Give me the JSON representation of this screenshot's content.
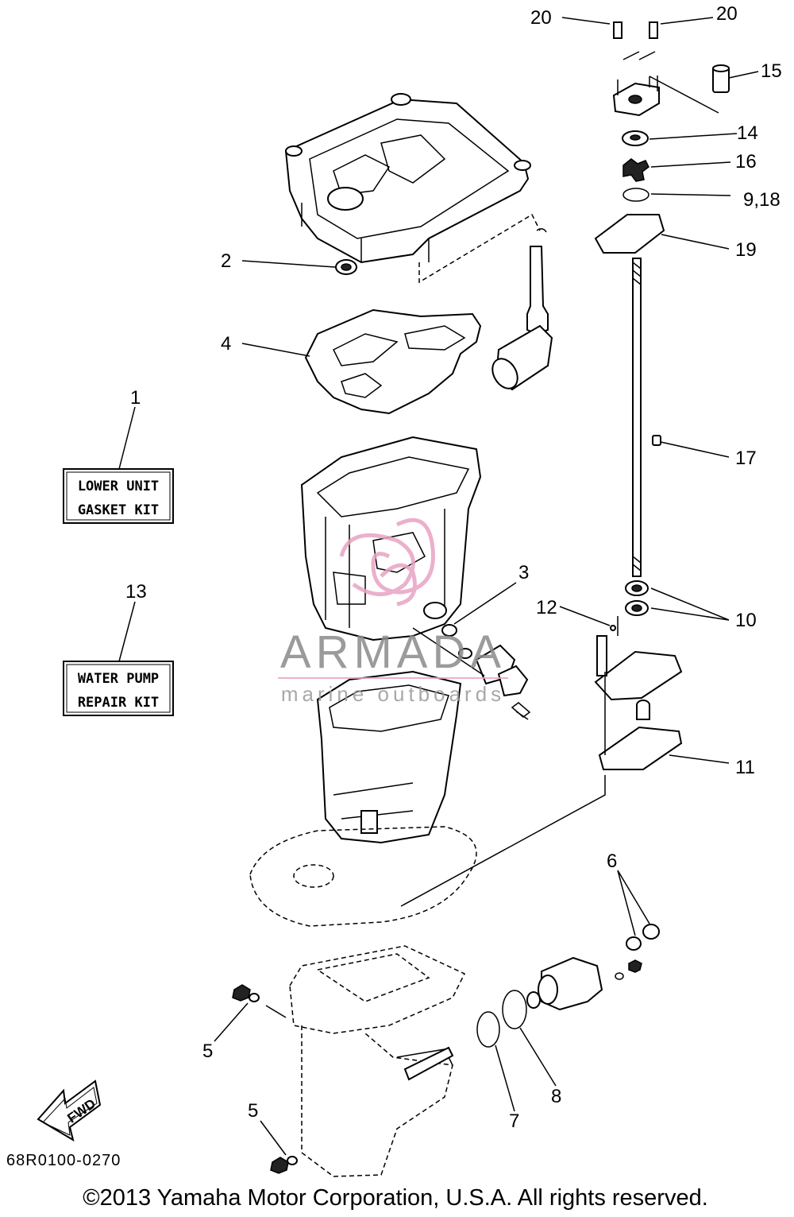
{
  "callouts": {
    "c1": "1",
    "c2": "2",
    "c3": "3",
    "c4": "4",
    "c5a": "5",
    "c5b": "5",
    "c6": "6",
    "c7": "7",
    "c8": "8",
    "c9_18": "9,18",
    "c10": "10",
    "c11": "11",
    "c12": "12",
    "c13": "13",
    "c14": "14",
    "c15": "15",
    "c16": "16",
    "c17": "17",
    "c19": "19",
    "c20a": "20",
    "c20b": "20"
  },
  "kits": {
    "lower_unit": {
      "line1": "LOWER UNIT",
      "line2": "GASKET KIT"
    },
    "water_pump": {
      "line1": "WATER PUMP",
      "line2": "REPAIR KIT"
    }
  },
  "fwd_label": "FWD",
  "diagram_code": "68R0100-0270",
  "copyright": "©2013 Yamaha Motor Corporation, U.S.A. All rights reserved.",
  "watermark": {
    "brand": "ARMADA",
    "tagline": "marine outboards",
    "color": "#e8a3c4"
  }
}
